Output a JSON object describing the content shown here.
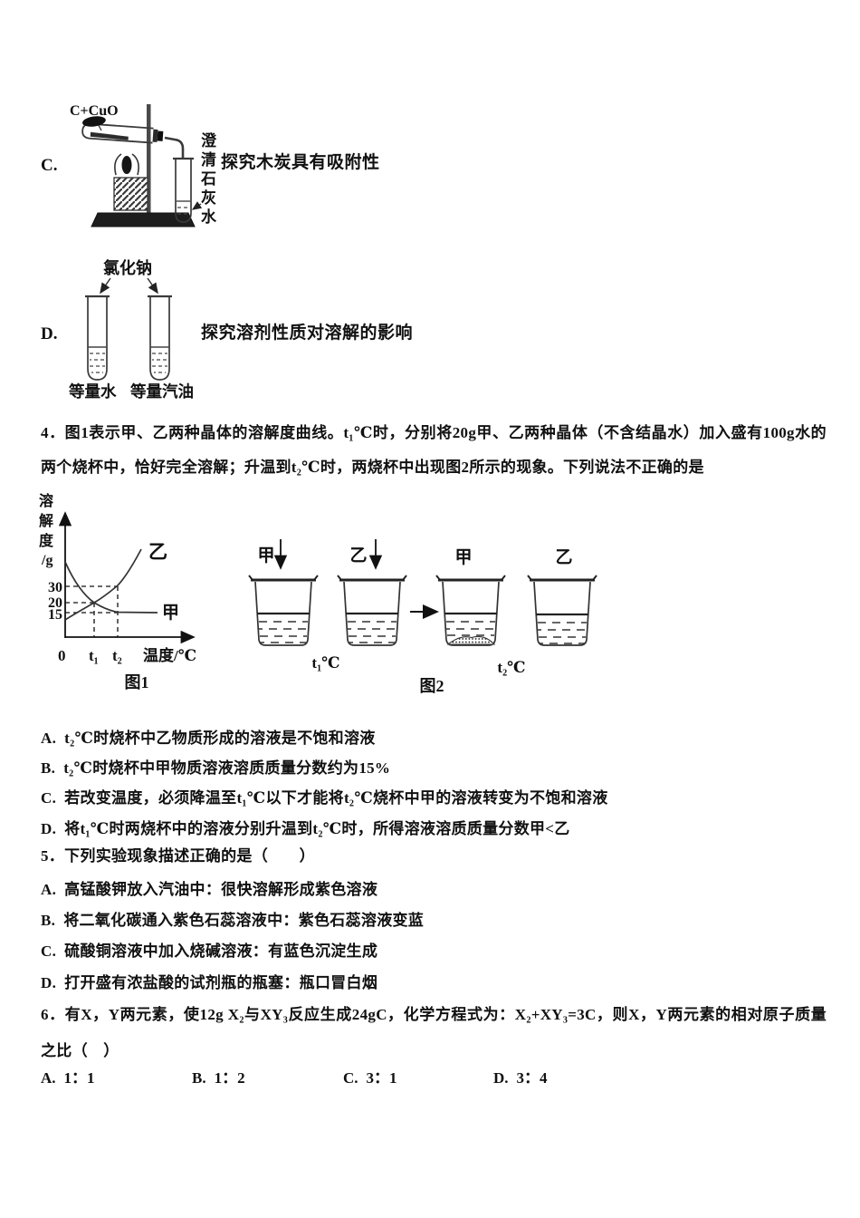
{
  "option_c": {
    "label": "C.",
    "caption": "探究木炭具有吸附性",
    "reactant_label": "C+CuO",
    "tube_label": "澄清石灰水"
  },
  "option_d": {
    "label": "D.",
    "caption": "探究溶剂性质对溶解的影响",
    "solute_label": "氯化钠",
    "left_tube_label": "等量水",
    "right_tube_label": "等量汽油"
  },
  "q4": {
    "text": "4．图1表示甲、乙两种晶体的溶解度曲线。t₁℃时，分别将20g甲、乙两种晶体（不含结晶水）加入盛有100g水的两个烧杯中，恰好完全溶解；升温到t₂℃时，两烧杯中出现图2所示的现象。下列说法不正确的是",
    "options": [
      {
        "label": "A.",
        "text": "t₂℃时烧杯中乙物质形成的溶液是不饱和溶液"
      },
      {
        "label": "B.",
        "text": "t₂℃时烧杯中甲物质溶液溶质质量分数约为15%"
      },
      {
        "label": "C.",
        "text": "若改变温度，必须降温至t₁℃以下才能将t₂℃烧杯中甲的溶液转变为不饱和溶液"
      },
      {
        "label": "D.",
        "text": "将t₁℃时两烧杯中的溶液分别升温到t₂℃时，所得溶液溶质质量分数甲<乙"
      }
    ]
  },
  "fig1": {
    "ylabel": "溶解度",
    "ylabel_unit": "/g",
    "yticks": [
      "30",
      "20",
      "15"
    ],
    "xticks": [
      "0",
      "t₁",
      "t₂"
    ],
    "xlabel": "温度/℃",
    "label_jia": "甲",
    "label_yi": "乙",
    "caption": "图1"
  },
  "fig2": {
    "add_labels": [
      "甲",
      "乙"
    ],
    "result_labels": [
      "甲",
      "乙"
    ],
    "temp_left": "t₁℃",
    "temp_right": "t₂℃",
    "caption": "图2"
  },
  "q5": {
    "text": "5．下列实验现象描述正确的是（　　）",
    "options": [
      {
        "label": "A.",
        "text": "高锰酸钾放入汽油中：很快溶解形成紫色溶液"
      },
      {
        "label": "B.",
        "text": "将二氧化碳通入紫色石蕊溶液中：紫色石蕊溶液变蓝"
      },
      {
        "label": "C.",
        "text": "硫酸铜溶液中加入烧碱溶液：有蓝色沉淀生成"
      },
      {
        "label": "D.",
        "text": "打开盛有浓盐酸的试剂瓶的瓶塞：瓶口冒白烟"
      }
    ]
  },
  "q6": {
    "text": "6．有X，Y两元素，使12g X₂与XY₃反应生成24gC，化学方程式为：X₂+XY₃=3C，则X，Y两元素的相对原子质量之比（　）",
    "options": [
      {
        "label": "A.",
        "text": "1：1"
      },
      {
        "label": "B.",
        "text": "1：2"
      },
      {
        "label": "C.",
        "text": "3：1"
      },
      {
        "label": "D.",
        "text": "3：4"
      }
    ]
  },
  "chart_data": {
    "type": "line",
    "title": "图1 甲、乙两种晶体的溶解度曲线",
    "xlabel": "温度/℃",
    "ylabel": "溶解度/g",
    "x_ticks": [
      "0",
      "t₁",
      "t₂"
    ],
    "y_ticks": [
      15,
      20,
      30
    ],
    "grid": false,
    "series": [
      {
        "name": "甲",
        "x": [
          "0",
          "t₁",
          "t₂",
          "右端"
        ],
        "values": [
          40,
          20,
          15,
          15
        ],
        "shape": "随温度升高而下降，t₂后趋于平缓"
      },
      {
        "name": "乙",
        "x": [
          "0",
          "t₁",
          "t₂",
          "右端"
        ],
        "values": [
          12,
          20,
          30,
          50
        ],
        "shape": "随温度升高而上升，t₂后陡升"
      }
    ],
    "annotations": [
      "两曲线交于(t₁, 20)",
      "虚线引导线：y=30至(t₂,30)，y=20至(t₁,20)，y=15至(t₂,15)，x=t₁、x=t₂竖直虚线",
      "图2：t₁℃时甲、乙分别加入烧杯均溶解，升温到t₂℃后甲烧杯底部出现沉淀"
    ]
  }
}
